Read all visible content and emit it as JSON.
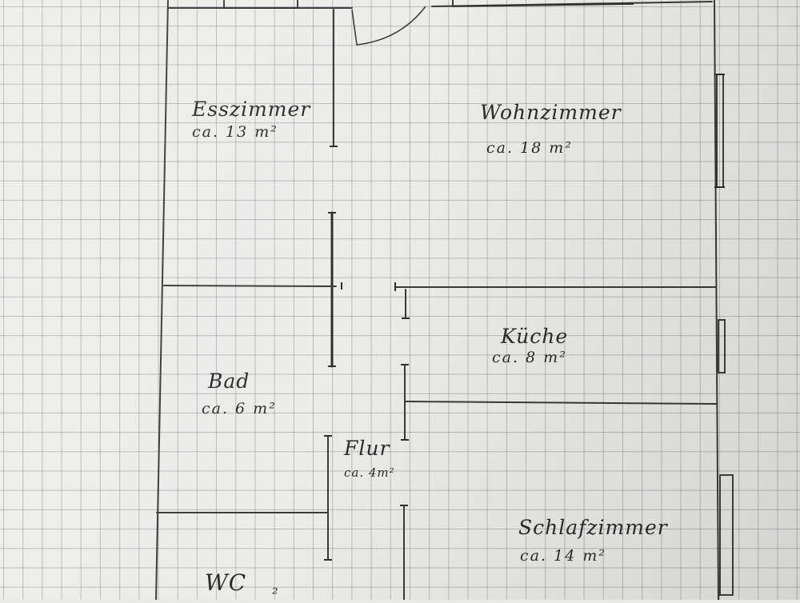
{
  "rooms": {
    "esszimmer": {
      "name": "Esszimmer",
      "area": "ca. 13 m²"
    },
    "wohnzimmer": {
      "name": "Wohnzimmer",
      "area": "ca. 18 m²"
    },
    "kueche": {
      "name": "Küche",
      "area": "ca. 8 m²"
    },
    "bad": {
      "name": "Bad",
      "area": "ca. 6 m²"
    },
    "flur": {
      "name": "Flur",
      "area": "ca. 4m²"
    },
    "schlafzimmer": {
      "name": "Schlafzimmer",
      "area": "ca. 14 m²"
    },
    "wc": {
      "name": "WC",
      "area": "²"
    }
  },
  "colors": {
    "ink": "#2e2e2e",
    "paper": "#ecece9",
    "grid": "#787d87"
  }
}
